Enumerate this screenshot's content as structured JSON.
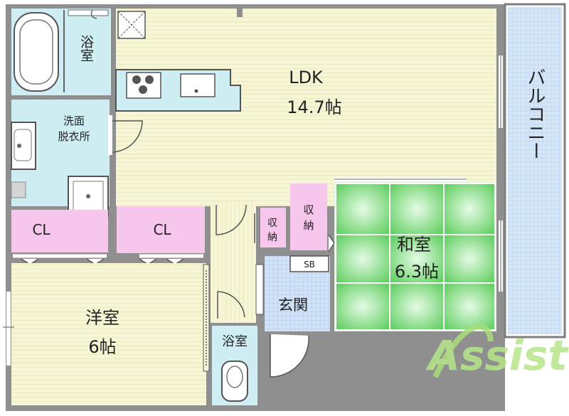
{
  "rooms": {
    "ldk": {
      "name": "LDK",
      "size": "14.7帖"
    },
    "bath_top": {
      "name": "浴室"
    },
    "washroom": {
      "name_line1": "洗面",
      "name_line2": "脱衣所"
    },
    "cl_left": {
      "name": "CL"
    },
    "cl_right": {
      "name": "CL"
    },
    "storage_small": {
      "name_line1": "収",
      "name_line2": "納"
    },
    "storage_big": {
      "name_line1": "収",
      "name_line2": "納"
    },
    "sb": {
      "name": "SB"
    },
    "entrance": {
      "name": "玄関"
    },
    "washitsu": {
      "name": "和室",
      "size": "6.3帖"
    },
    "youshitsu": {
      "name": "洋室",
      "size": "6帖"
    },
    "bath_bottom": {
      "name": "浴室"
    },
    "balcony": {
      "name": "バルコニー"
    }
  },
  "watermark": {
    "text": "Assist"
  },
  "colors": {
    "wall": "#8a8a8a",
    "floor": "#f6f5d6",
    "floor_line": "#e9e7bd",
    "wet": "#cfeef4",
    "closet": "#f6c6ec",
    "tatami_light": "#d7f7d7",
    "tatami_dark": "#6fd46f",
    "entrance": "#cfe1f7",
    "balcony": "#d8e6f5"
  }
}
